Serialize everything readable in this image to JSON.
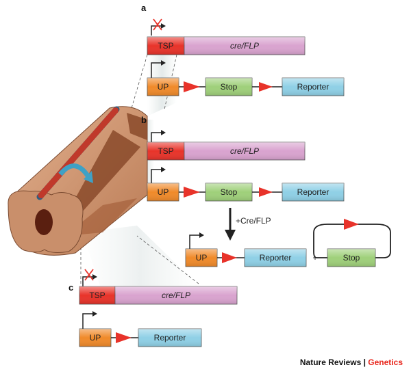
{
  "panels": {
    "a": "a",
    "b": "b",
    "c": "c"
  },
  "labels": {
    "tsp": "TSP",
    "cre_flp": "cre/FLP",
    "up": "UP",
    "stop": "Stop",
    "reporter": "Reporter",
    "add_cre_flp": "+Cre/FLP",
    "plus": "+"
  },
  "credit": {
    "journal": "Nature Reviews",
    "separator": " | ",
    "section": "Genetics"
  },
  "colors": {
    "tsp": "#e8332a",
    "cre_flp": "#d9a3cf",
    "up": "#f08a2a",
    "stop": "#9fd07a",
    "reporter": "#8fd0e6",
    "arrowhead": "#e8332a",
    "brand_accent": "#e8261c"
  },
  "icons": {
    "promoter": "promoter-arrow-icon",
    "blocked_promoter": "red-x-icon",
    "recombination_site": "red-triangle-icon",
    "process": "down-arrow-icon"
  }
}
